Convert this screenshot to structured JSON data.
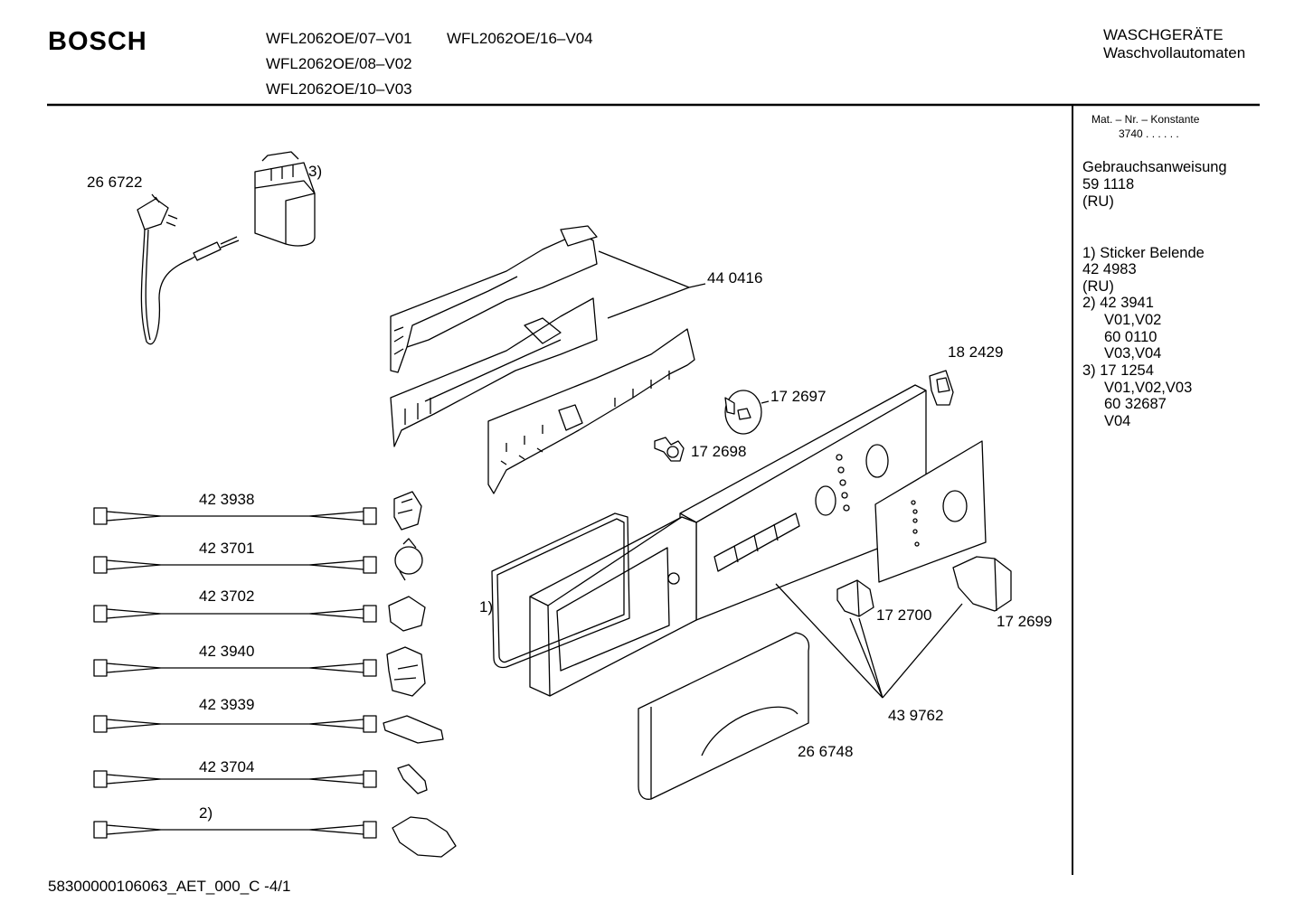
{
  "header": {
    "brand": "BOSCH",
    "models": [
      "WFL2062OE/07–V01",
      "WFL2062OE/16–V04",
      "WFL2062OE/08–V02",
      "WFL2062OE/10–V03"
    ],
    "category": [
      "WASCHGERÄTE",
      "Waschvollautomaten"
    ]
  },
  "sidebar": {
    "mat_label": "Mat. – Nr. – Konstante",
    "mat_value": "3740  .  .  .  .  .  .",
    "manual_title": "Gebrauchsanweisung",
    "manual_number": "59 1118",
    "manual_lang": "(RU)",
    "notes": [
      "1) Sticker Belende",
      "42 4983",
      "(RU)",
      "2)  42 3941",
      "V01,V02",
      "60 0110",
      "V03,V04",
      "3)  17 1254",
      "V01,V02,V03",
      "60 32687",
      "V04"
    ]
  },
  "callouts": {
    "power_cord": "26 6722",
    "filter_note": "3)",
    "module": "44 0416",
    "knob_a": "17 2697",
    "knob_b": "17 2698",
    "clip": "18 2429",
    "panel_note": "1)",
    "button_a": "17 2700",
    "button_b": "17 2699",
    "buttons": "43 9762",
    "drawer": "26 6748"
  },
  "harnesses": [
    "42 3938",
    "42 3701",
    "42 3702",
    "42 3940",
    "42 3939",
    "42 3704",
    "2)"
  ],
  "footer": {
    "doc_id": "58300000106063_AET_000_C  -4/1"
  }
}
